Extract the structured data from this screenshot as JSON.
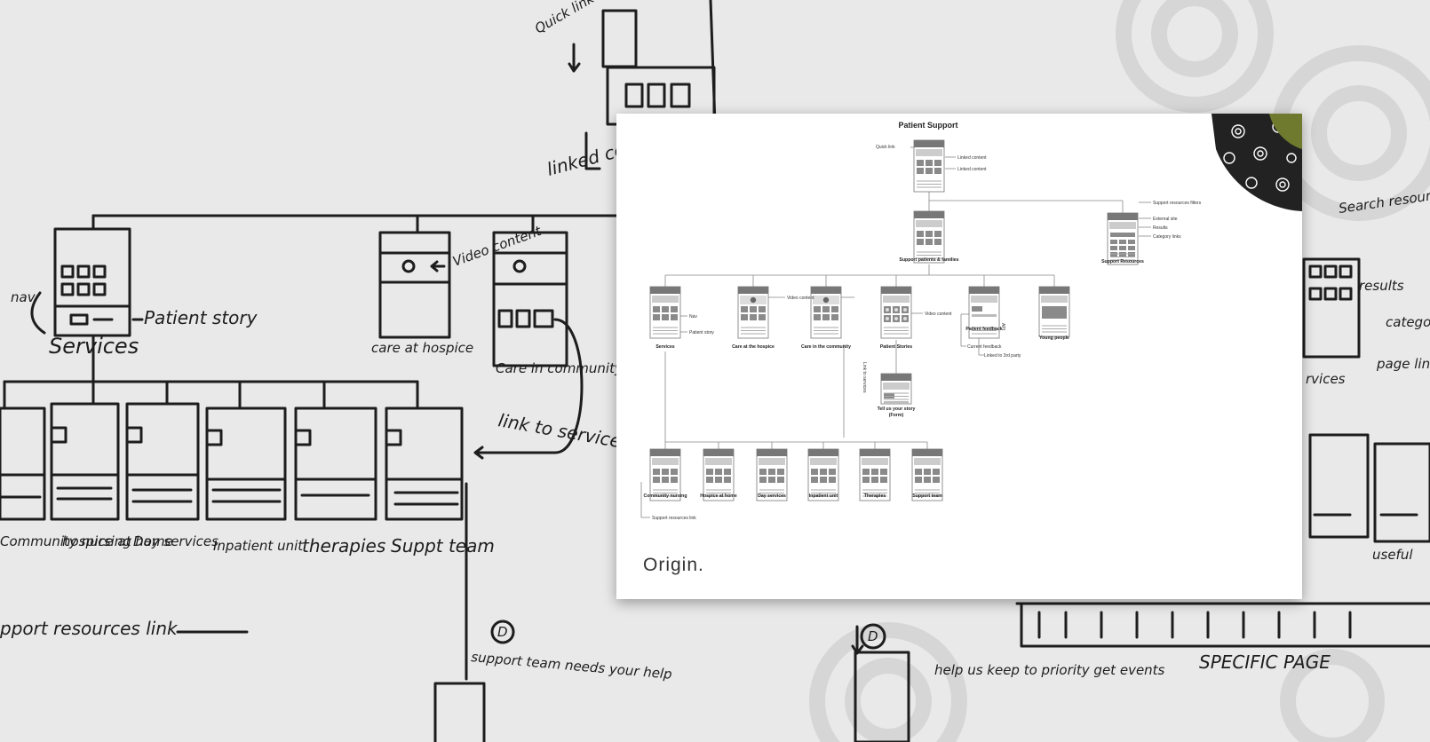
{
  "whiteboard": {
    "labels": {
      "quick_link": "Quick link",
      "linked_content": "linked content",
      "nav": "nav",
      "patient_story": "Patient story",
      "services": "Services",
      "video_content": "Video content",
      "care_at_hospice": "care at hospice",
      "care_in_community": "Care in community",
      "link_to_services": "link to services",
      "community_nursing": "Community nursing",
      "hospice_at_home": "hospice at home",
      "day_services": "Day services",
      "inpatient_unit": "Inpatient unit",
      "therapies": "therapies",
      "support_team": "Suppt team",
      "support_resources_link": "pport resources link",
      "support_team_needs": "support team needs your help",
      "help_keep": "help us keep to priority get events",
      "specific_page": "SPECIFIC PAGE",
      "search_resource_filter": "Search resource filter",
      "results": "results",
      "category": "catego links",
      "page_links": "page links",
      "useful": "useful",
      "services_right": "rvices",
      "circle_d": "D"
    }
  },
  "sheet": {
    "title": "Patient Support",
    "logo": "Origin.",
    "annotations": {
      "quick_link": "Quick link",
      "linked_content_1": "Linked content",
      "linked_content_2": "Linked content",
      "support_resources_filters": "Support resources filters",
      "external_site": "External site",
      "results": "Results",
      "category_links": "Category links",
      "nav": "Nav",
      "patient_story": "Patient story",
      "video_content_1": "Video content",
      "video_content_2": "Video content",
      "current_feedback": "Current feedback",
      "linked_to_3rd_party": "Linked to 3rd party",
      "api": "API",
      "link_to_services": "Link to services",
      "support_resources_link": "Support resources link"
    },
    "nodes": {
      "support_patients": "Support patients & families",
      "support_resources": "Support Resources",
      "services": "Services",
      "care_at_hospice": "Care at the hospice",
      "care_in_community": "Care in the community",
      "patient_stories": "Patient Stories",
      "patient_feedback": "Patient feedback",
      "young_people": "Young people",
      "tell_us_story": "Tell us your story",
      "tell_us_story_form": "(Form)",
      "community_nursing": "Community nursing",
      "hospice_at_home": "Hospice at home",
      "day_services": "Day services",
      "inpatient_unit": "Inpatient unit",
      "therapies": "Therapies",
      "support_team": "Support team"
    }
  }
}
